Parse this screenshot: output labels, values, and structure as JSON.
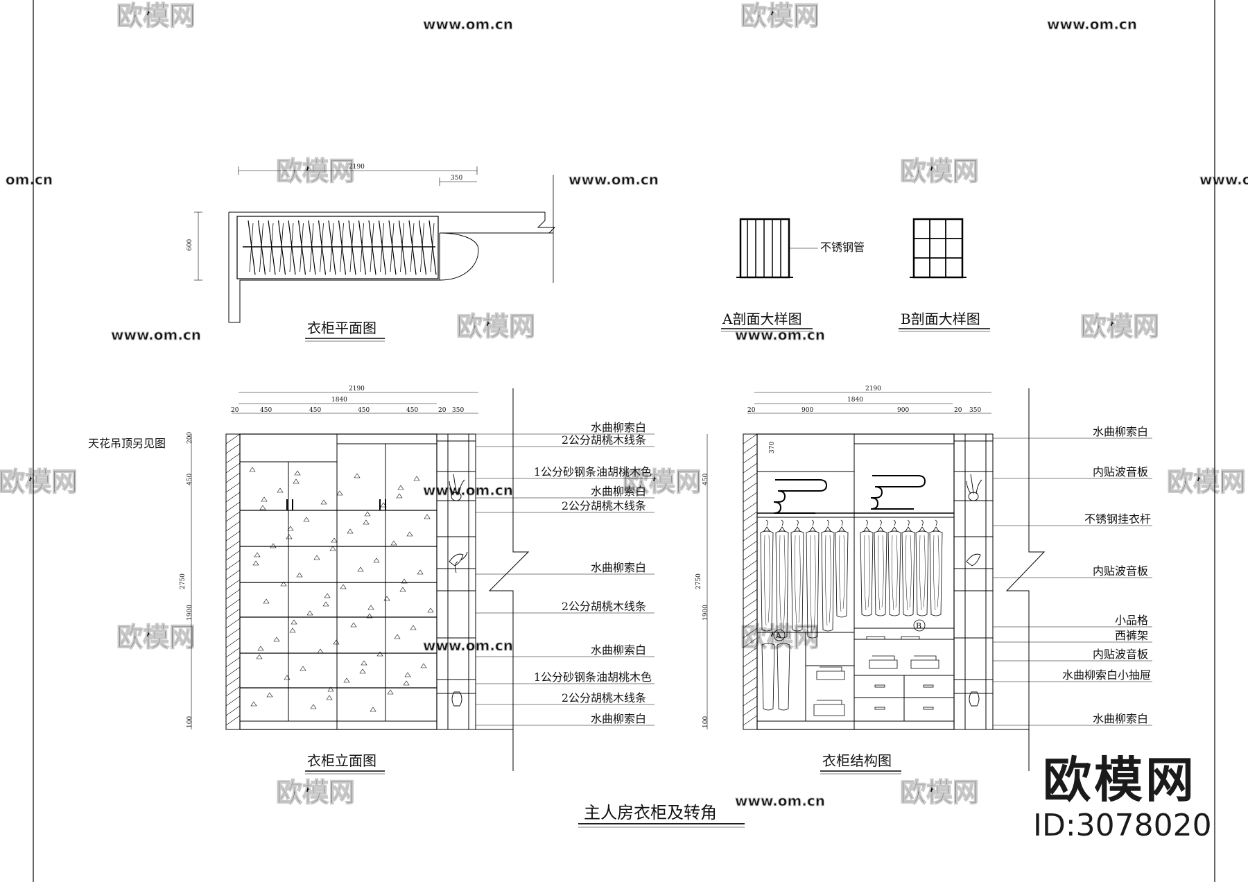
{
  "titles": {
    "plan": "衣柜平面图",
    "section_a": "A剖面大样图",
    "section_b": "B剖面大样图",
    "elevation": "衣柜立面图",
    "structure": "衣柜结构图",
    "sheet": "主人房衣柜及转角"
  },
  "plan": {
    "dim_total": "2190",
    "dim_side": "350",
    "dim_depth": "600"
  },
  "section_label": "不锈钢管",
  "ceiling_note": "天花吊顶另见图",
  "elevation": {
    "top_dims": [
      "2190",
      "1840"
    ],
    "seg_dims": [
      "20",
      "450",
      "450",
      "450",
      "450",
      "20",
      "350"
    ],
    "side_dims": [
      "200",
      "450",
      "2750",
      "1900",
      "100"
    ],
    "callouts": [
      "水曲柳索白",
      "2公分胡桃木线条",
      "1公分砂钢条油胡桃木色",
      "水曲柳索白",
      "2公分胡桃木线条",
      "水曲柳索白",
      "2公分胡桃木线条",
      "水曲柳索白",
      "1公分砂钢条油胡桃木色",
      "2公分胡桃木线条",
      "水曲柳索白"
    ]
  },
  "structure": {
    "top_dims": [
      "2190",
      "1840"
    ],
    "seg_dims": [
      "20",
      "900",
      "900",
      "20",
      "350"
    ],
    "side_dims": [
      "370",
      "450",
      "2750",
      "1900",
      "100"
    ],
    "callouts": [
      "水曲柳索白",
      "内贴波音板",
      "不锈钢挂衣杆",
      "内贴波音板",
      "小品格",
      "西裤架",
      "内贴波音板",
      "水曲柳索白小抽屉",
      "水曲柳索白"
    ],
    "mark_a": "A",
    "mark_b": "B"
  },
  "watermark": {
    "brand": "欧模网",
    "url": "www.om.cn",
    "url_short": "om.cn"
  },
  "logo": {
    "brand": "欧模网",
    "id": "ID:3078020"
  }
}
